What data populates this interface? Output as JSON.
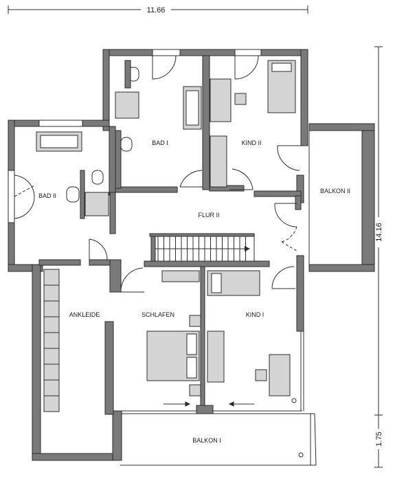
{
  "dimensions": {
    "width_label": "11.66",
    "height_main_label": "14.16",
    "height_balcony_label": "1.75"
  },
  "rooms": {
    "bad_1": "BAD I",
    "kind_2": "KIND II",
    "bad_2": "BAD II",
    "balkon_2": "BALKON II",
    "flur_2": "FLUR II",
    "ankleide": "ANKLEIDE",
    "schlafen": "SCHLAFEN",
    "kind_1": "KIND I",
    "balkon_1": "BALKON I"
  },
  "colors": {
    "wall_fill": "#7a7a7a",
    "wall_stroke": "#2b2b2b",
    "furniture_fill": "#d4d4d4",
    "line": "#2b2b2b",
    "background": "#ffffff"
  }
}
